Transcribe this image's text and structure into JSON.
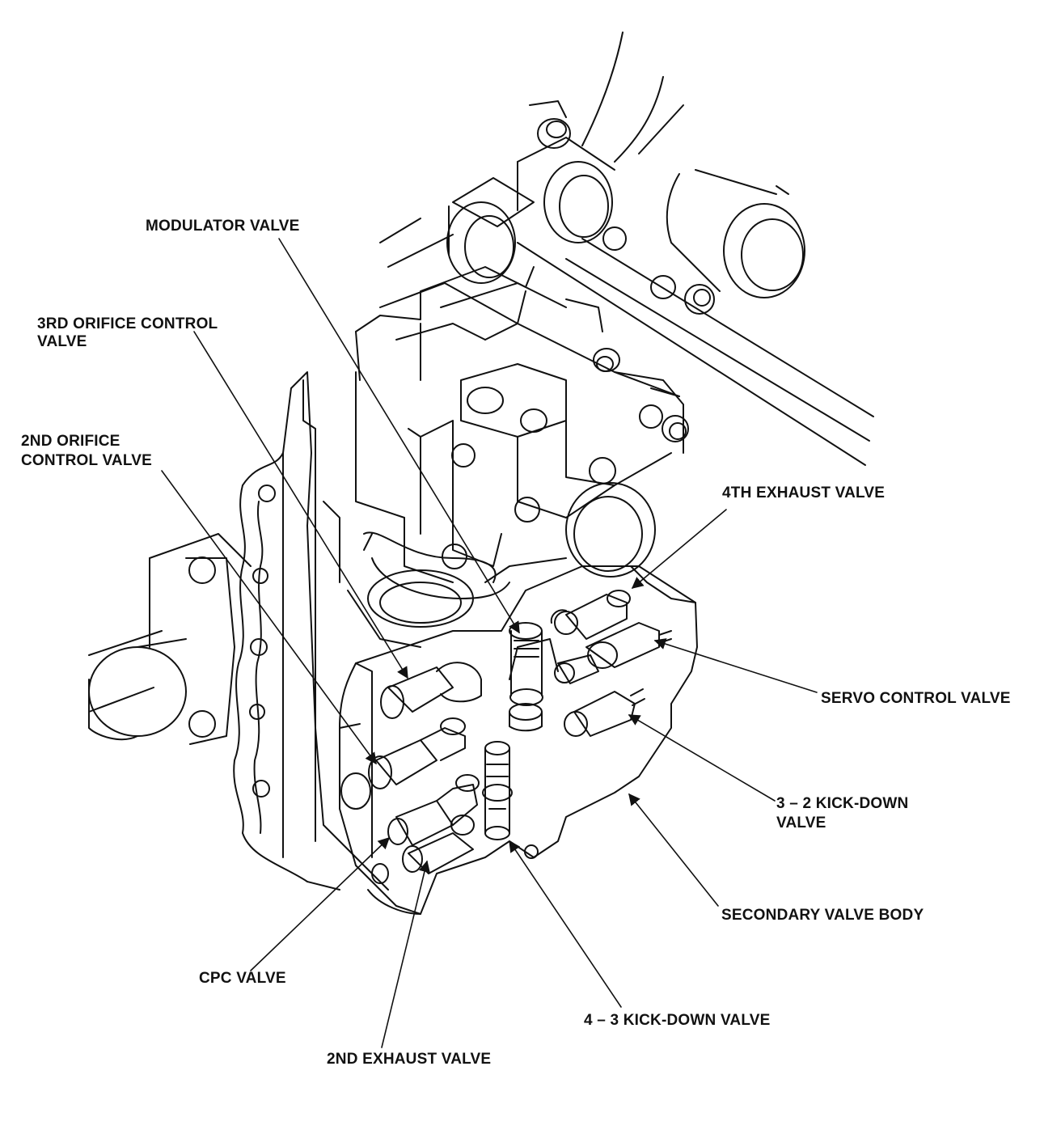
{
  "labels": {
    "modulator_valve": "MODULATOR VALVE",
    "third_orifice_line1": "3RD ORIFICE CONTROL",
    "third_orifice_line2": "VALVE",
    "second_orifice_line1": "2ND ORIFICE",
    "second_orifice_line2": "CONTROL VALVE",
    "fourth_exhaust_valve": "4TH EXHAUST VALVE",
    "servo_control_valve": "SERVO CONTROL VALVE",
    "kick_down_32_line1": "3 – 2 KICK-DOWN",
    "kick_down_32_line2": "VALVE",
    "secondary_valve_body": "SECONDARY VALVE BODY",
    "cpc_valve": "CPC VALVE",
    "kick_down_43": "4 – 3 KICK-DOWN VALVE",
    "second_exhaust_valve": "2ND EXHAUST VALVE"
  },
  "colors": {
    "line": "#111111",
    "background": "#ffffff"
  }
}
